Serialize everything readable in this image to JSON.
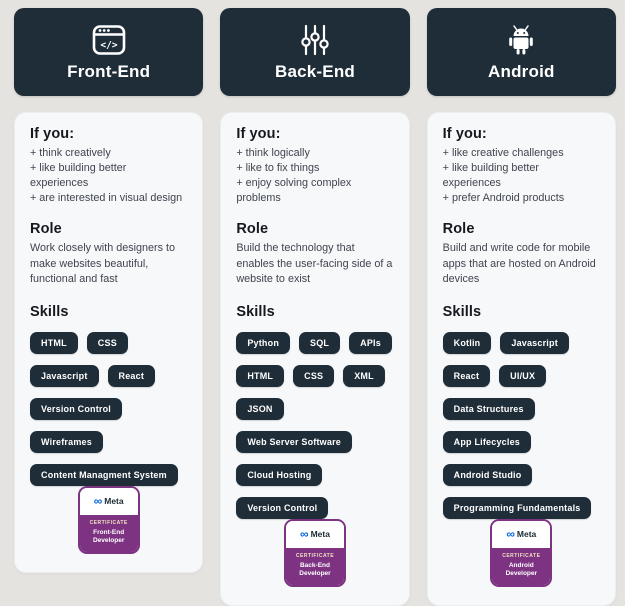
{
  "theme": {
    "background": "#e5e3df",
    "card_dark": "#1f2d38",
    "card_light": "#f6f8fa",
    "badge_purple": "#7d3382",
    "meta_blue": "#0668e1"
  },
  "meta_logo": {
    "glyph": "∞",
    "text": "Meta"
  },
  "columns": [
    {
      "title": "Front-End",
      "icon": "browser-code-icon",
      "if_you_label": "If you:",
      "if_you": [
        "+ think creatively",
        "+ like building better experiences",
        "+ are interested in visual design"
      ],
      "role_label": "Role",
      "role": "Work closely with designers to make websites beautiful, functional and fast",
      "skills_label": "Skills",
      "skills": [
        "HTML",
        "CSS",
        "Javascript",
        "React",
        "Version Control",
        "Wireframes",
        "Content Managment System"
      ],
      "badge": {
        "brand": "Meta",
        "kind": "CERTIFICATE",
        "program": "Front-End Developer"
      }
    },
    {
      "title": "Back-End",
      "icon": "sliders-icon",
      "if_you_label": "If you:",
      "if_you": [
        "+ think logically",
        "+ like to fix things",
        "+ enjoy solving complex problems"
      ],
      "role_label": "Role",
      "role": "Build the technology that enables the user-facing side of a website to exist",
      "skills_label": "Skills",
      "skills": [
        "Python",
        "SQL",
        "APIs",
        "HTML",
        "CSS",
        "XML",
        "JSON",
        "Web Server Software",
        "Cloud Hosting",
        "Version Control"
      ],
      "badge": {
        "brand": "Meta",
        "kind": "CERTIFICATE",
        "program": "Back-End Developer"
      }
    },
    {
      "title": "Android",
      "icon": "android-icon",
      "if_you_label": "If you:",
      "if_you": [
        "+ like creative challenges",
        "+ like building better experiences",
        "+ prefer Android products"
      ],
      "role_label": "Role",
      "role": "Build and write code for mobile apps that are hosted on Android devices",
      "skills_label": "Skills",
      "skills": [
        "Kotlin",
        "Javascript",
        "React",
        "UI/UX",
        "Data Structures",
        "App Lifecycles",
        "Android Studio",
        "Programming Fundamentals"
      ],
      "badge": {
        "brand": "Meta",
        "kind": "CERTIFICATE",
        "program": "Android Developer"
      }
    }
  ]
}
